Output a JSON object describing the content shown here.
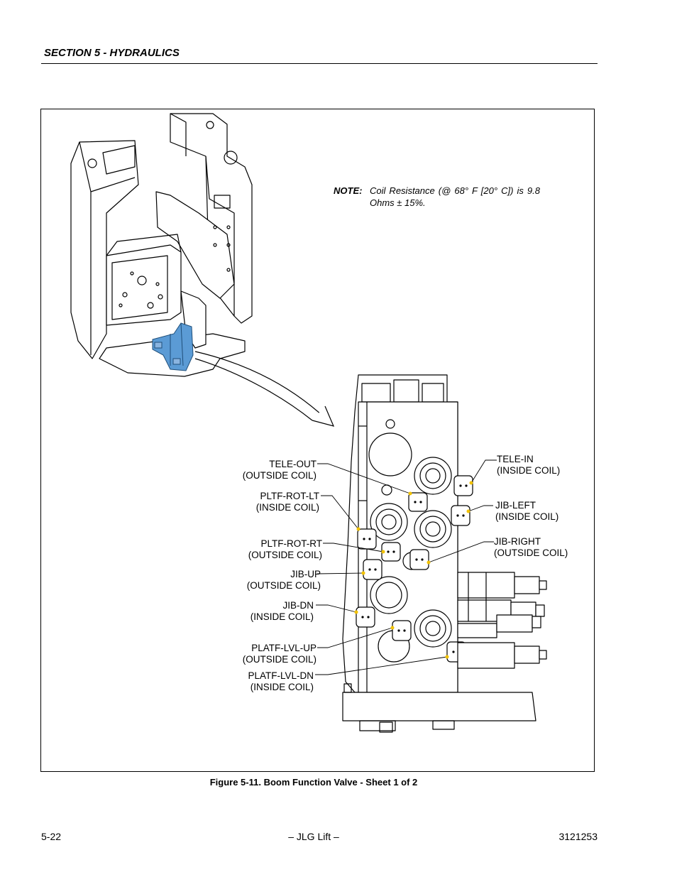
{
  "header": {
    "section_title": "SECTION 5 - HYDRAULICS"
  },
  "note": {
    "label": "NOTE:",
    "text": "Coil Resistance (@ 68° F [20° C]) is 9.8 Ohms ± 15%."
  },
  "callouts": {
    "tele_out": {
      "line1": "TELE-OUT",
      "line2": "(OUTSIDE COIL)"
    },
    "pltf_rot_lt": {
      "line1": "PLTF-ROT-LT",
      "line2": "(INSIDE COIL)"
    },
    "pltf_rot_rt": {
      "line1": "PLTF-ROT-RT",
      "line2": "(OUTSIDE COIL)"
    },
    "jib_up": {
      "line1": "JIB-UP",
      "line2": "(OUTSIDE COIL)"
    },
    "jib_dn": {
      "line1": "JIB-DN",
      "line2": "(INSIDE COIL)"
    },
    "platf_lvl_up": {
      "line1": "PLATF-LVL-UP",
      "line2": "(OUTSIDE COIL)"
    },
    "platf_lvl_dn": {
      "line1": "PLATF-LVL-DN",
      "line2": "(INSIDE COIL)"
    },
    "tele_in": {
      "line1": "TELE-IN",
      "line2": "(INSIDE COIL)"
    },
    "jib_left": {
      "line1": "JIB-LEFT",
      "line2": "(INSIDE COIL)"
    },
    "jib_right": {
      "line1": "JIB-RIGHT",
      "line2": "(OUTSIDE COIL)"
    }
  },
  "caption": "Figure 5-11.  Boom Function Valve - Sheet 1 of 2",
  "footer": {
    "page_number": "5-22",
    "center": "– JLG Lift –",
    "doc_number": "3121253"
  },
  "colors": {
    "highlight": "#5b9bd5",
    "marker": "#f2c200"
  }
}
